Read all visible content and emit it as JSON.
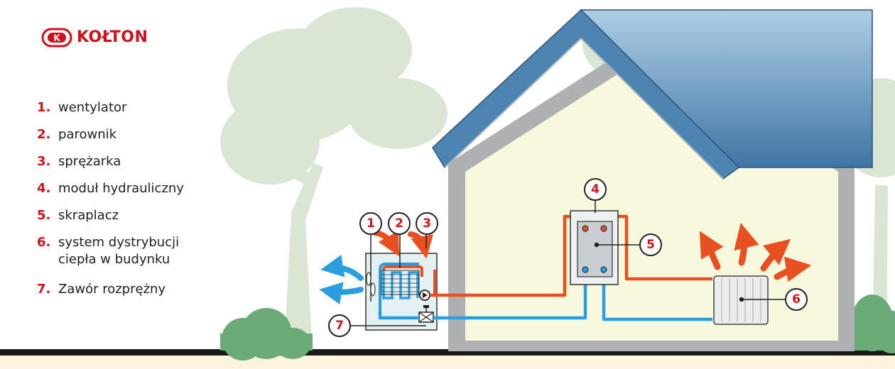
{
  "brand": {
    "name": "KOŁTON",
    "logo_mark_letter": "K",
    "accent_color": "#d0111b"
  },
  "legend": {
    "items": [
      {
        "num": "1.",
        "lines": [
          "wentylator"
        ]
      },
      {
        "num": "2.",
        "lines": [
          "parownik"
        ]
      },
      {
        "num": "3.",
        "lines": [
          "sprężarka"
        ]
      },
      {
        "num": "4.",
        "lines": [
          "moduł hydrauliczny"
        ]
      },
      {
        "num": "5.",
        "lines": [
          "skraplacz"
        ]
      },
      {
        "num": "6.",
        "lines": [
          "system dystrybucji",
          "ciepła w budynku"
        ]
      },
      {
        "num": "7.",
        "lines": [
          "Zawór rozprężny"
        ]
      }
    ]
  },
  "callouts": {
    "c1": "1",
    "c2": "2",
    "c3": "3",
    "c4": "4",
    "c5": "5",
    "c6": "6",
    "c7": "7"
  },
  "colors": {
    "hot_pipe": "#e8501f",
    "cold_pipe": "#2a9ee0",
    "roof": "#4d84b2",
    "interior": "#f7f8dc",
    "wall": "#aeb0b1",
    "tree": "#d8e6d3",
    "bush": "#6aab78",
    "ground": "#fdf3de"
  }
}
